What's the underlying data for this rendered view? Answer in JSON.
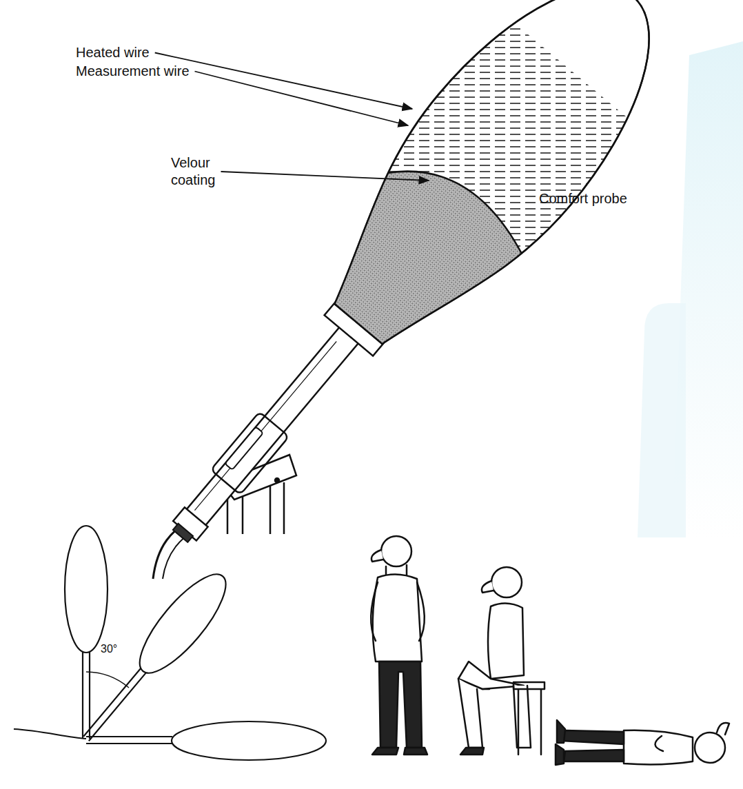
{
  "diagram": {
    "labels": [
      "Heated wire",
      "Measurement wire",
      "Velour coating",
      "Comfort probe",
      "30°"
    ]
  }
}
